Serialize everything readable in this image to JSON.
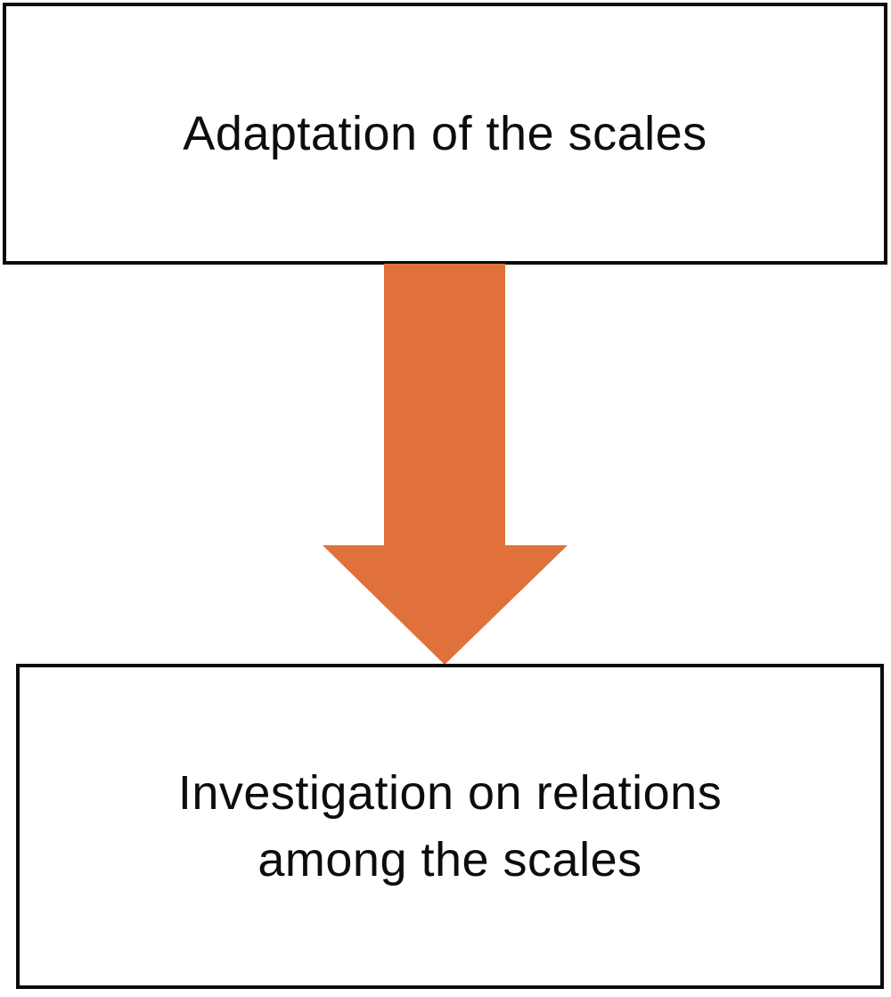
{
  "diagram": {
    "top_box": {
      "label": "Adaptation of the scales"
    },
    "arrow": {
      "direction": "down",
      "color": "#E0713A"
    },
    "bottom_box": {
      "label": "Investigation on relations\namong the scales"
    }
  },
  "colors": {
    "background": "#FFFFFF",
    "box_border": "#0B0B0B",
    "box_fill": "#FFFFFF",
    "text": "#0D0D0D",
    "arrow": "#E0713A"
  }
}
